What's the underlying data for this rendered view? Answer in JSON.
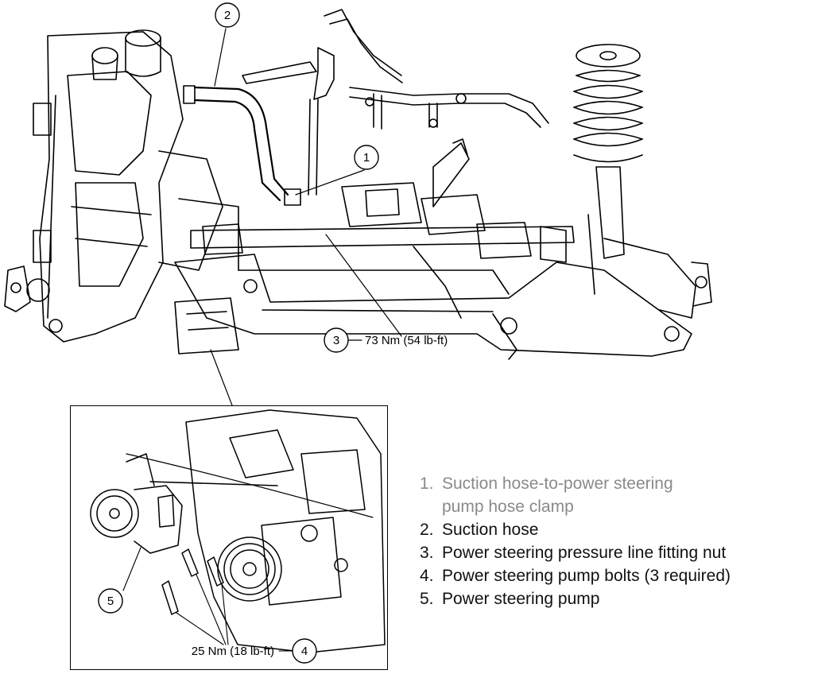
{
  "callouts": {
    "c1": "1",
    "c2": "2",
    "c3": "3",
    "c4": "4",
    "c5": "5"
  },
  "torques": {
    "line_fitting": "73 Nm (54 lb-ft)",
    "pump_bolts": "25 Nm (18 lb-ft)"
  },
  "legend": [
    {
      "num": "1.",
      "text": "Suction hose-to-power steering",
      "text2": "pump hose clamp"
    },
    {
      "num": "2.",
      "text": "Suction hose"
    },
    {
      "num": "3.",
      "text": "Power steering pressure line fitting nut"
    },
    {
      "num": "4.",
      "text": "Power steering pump bolts (3 required)"
    },
    {
      "num": "5.",
      "text": "Power steering pump"
    }
  ]
}
